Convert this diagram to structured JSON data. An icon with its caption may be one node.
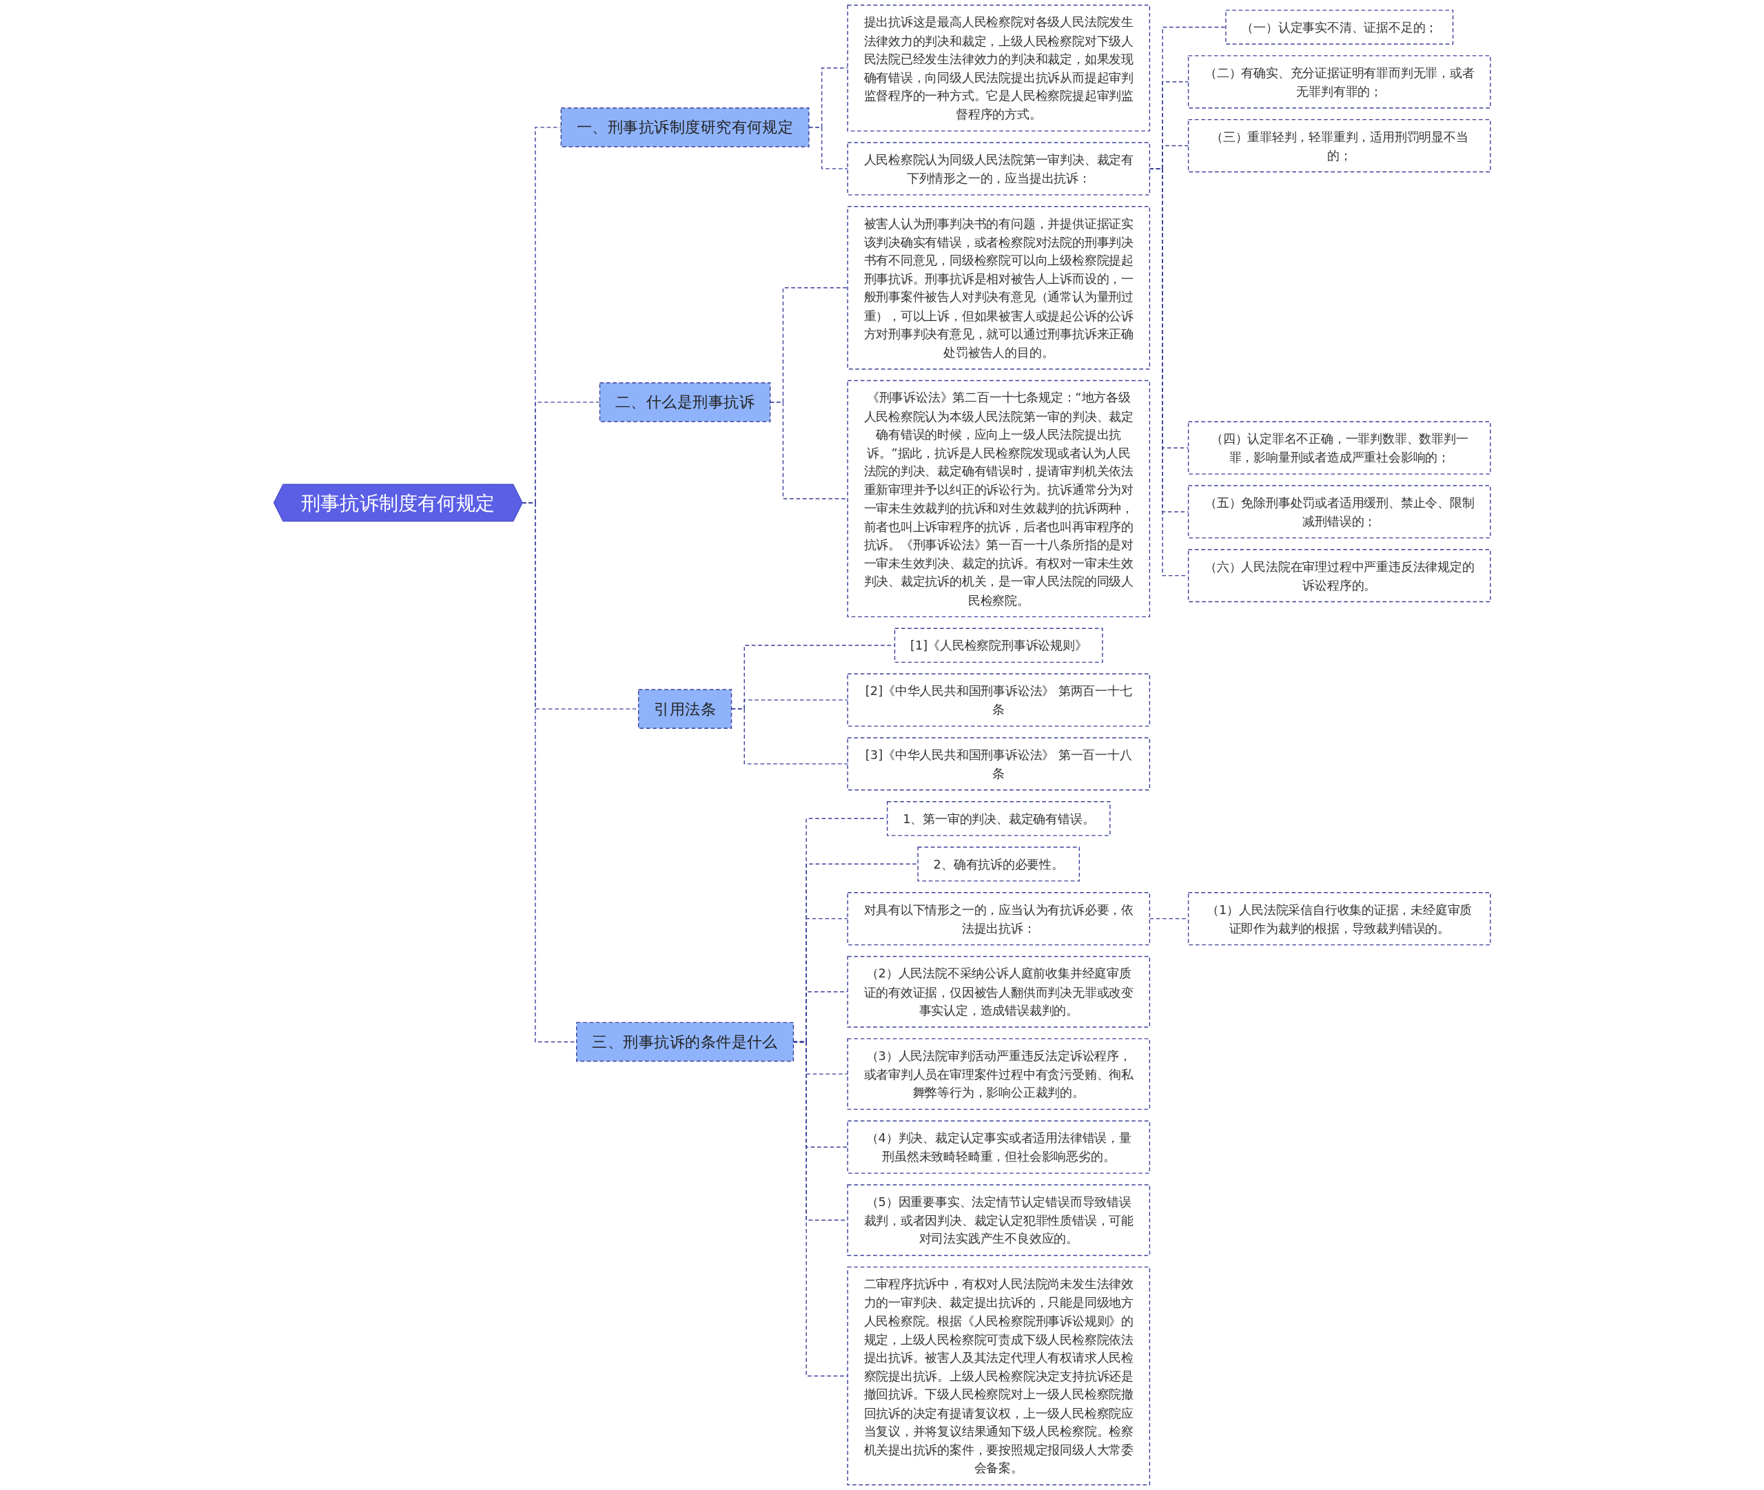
{
  "diagram": {
    "nodes": [
      {
        "text": [
          "刑事抗诉制度有何规定"
        ]
      },
      {
        "text": [
          "一、刑事抗诉制度研究有何规定"
        ]
      },
      {
        "text": [
          "提出抗诉这是最高人民检察院对各级人民法院发生法律效力的判决和裁定，上级人民检察院对下级人民法院已经发生法律效力的判决和裁定，如果发现确有错误，向同级人民法院提出抗诉从而提起审判监督程序的一种方式。它是人民检察院提起审判监督程序的方式。"
        ]
      },
      {
        "text": [
          "人民检察院认为同级人民法院第一审判决、裁定有下列情形之一的，应当提出抗诉："
        ]
      },
      {
        "text": [
          "（一）认定事实不清、证据不足的；"
        ]
      },
      {
        "text": [
          "（二）有确实、充分证据证明有罪而判无罪，或者无罪判有罪的；"
        ]
      },
      {
        "text": [
          "（三）重罪轻判，轻罪重判，适用刑罚明显不当的；"
        ]
      },
      {
        "text": [
          "（四）认定罪名不正确，一罪判数罪、数罪判一罪，影响量刑或者造成严重社会影响的；"
        ]
      },
      {
        "text": [
          "（五）免除刑事处罚或者适用缓刑、禁止令、限制减刑错误的；"
        ]
      },
      {
        "text": [
          "（六）人民法院在审理过程中严重违反法律规定的诉讼程序的。"
        ]
      },
      {
        "text": [
          "二、什么是刑事抗诉"
        ]
      },
      {
        "text": [
          "被害人认为刑事判决书的有问题，并提供证据证实该判决确实有错误，或者检察院对法院的刑事判决书有不同意见，同级检察院可以向上级检察院提起刑事抗诉。刑事抗诉是相对被告人上诉而设的，一般刑事案件被告人对判决有意见（通常认为量刑过重），可以上诉，但如果被害人或提起公诉的公诉方对刑事判决有意见，就可以通过刑事抗诉来正确处罚被告人的目的。"
        ]
      },
      {
        "text": [
          "《刑事诉讼法》第二百一十七条规定：“地方各级人民检察院认为本级人民法院第一审的判决、裁定确有错误的时候，应向上一级人民法院提出抗诉。”据此，抗诉是人民检察院发现或者认为人民法院的判决、裁定确有错误时，提请审判机关依法重新审理并予以纠正的诉讼行为。抗诉通常分为对一审未生效裁判的抗诉和对生效裁判的抗诉两种，前者也叫上诉审程序的抗诉，后者也叫再审程序的抗诉。《刑事诉讼法》第一百一十八条所指的是对一审未生效判决、裁定的抗诉。有权对一审未生效判决、裁定抗诉的机关，是一审人民法院的同级人民检察院。"
        ]
      },
      {
        "text": [
          "引用法条"
        ]
      },
      {
        "text": [
          "[1]《人民检察院刑事诉讼规则》"
        ]
      },
      {
        "text": [
          "[2]《中华人民共和国刑事诉讼法》 第两百一十七条"
        ]
      },
      {
        "text": [
          "[3]《中华人民共和国刑事诉讼法》 第一百一十八条"
        ]
      },
      {
        "text": [
          "三、刑事抗诉的条件是什么"
        ]
      },
      {
        "text": [
          "1、第一审的判决、裁定确有错误。"
        ]
      },
      {
        "text": [
          "2、确有抗诉的必要性。"
        ]
      },
      {
        "text": [
          "对具有以下情形之一的，应当认为有抗诉必要，依法提出抗诉："
        ]
      },
      {
        "text": [
          "（1）人民法院采信自行收集的证据，未经庭审质证即作为裁判的根据，导致裁判错误的。"
        ]
      },
      {
        "text": [
          "（2）人民法院不采纳公诉人庭前收集并经庭审质证的有效证据，仅因被告人翻供而判决无罪或改变事实认定，造成错误裁判的。"
        ]
      },
      {
        "text": [
          "（3）人民法院审判活动严重违反法定诉讼程序，或者审判人员在审理案件过程中有贪污受贿、徇私舞弊等行为，影响公正裁判的。"
        ]
      },
      {
        "text": [
          "（4）判决、裁定认定事实或者适用法律错误，量刑虽然未致畸轻畸重，但社会影响恶劣的。"
        ]
      },
      {
        "text": [
          "（5）因重要事实、法定情节认定错误而导致错误裁判，或者因判决、裁定认定犯罪性质错误，可能对司法实践产生不良效应的。"
        ]
      },
      {
        "text": [
          "二审程序抗诉中，有权对人民法院尚未发生法律效力的一审判决、裁定提出抗诉的，只能是同级地方人民检察院。根据《人民检察院刑事诉讼规则》的规定，上级人民检察院可责成下级人民检察院依法提出抗诉。被害人及其法定代理人有权请求人民检察院提出抗诉。上级人民检察院决定支持抗诉还是撤回抗诉。下级人民检察院对上一级人民检察院撤回抗诉的决定有提请复议权，上一级人民检察院应当复议，并将复议结果通知下级人民检察院。检察机关提出抗诉的案件，要按照规定报同级人大常委会备案。"
        ]
      }
    ],
    "edges": [
      {
        "from": 0,
        "to": 1,
        "arrow": "none",
        "style": "dashed"
      },
      {
        "from": 1,
        "to": 2,
        "arrow": "none",
        "style": "dashed"
      },
      {
        "from": 1,
        "to": 3,
        "arrow": "none",
        "style": "dashed"
      },
      {
        "from": 3,
        "to": 4,
        "arrow": "none",
        "style": "dashed"
      },
      {
        "from": 3,
        "to": 5,
        "arrow": "none",
        "style": "dashed"
      },
      {
        "from": 3,
        "to": 6,
        "arrow": "none",
        "style": "dashed"
      },
      {
        "from": 3,
        "to": 7,
        "arrow": "none",
        "style": "dashed"
      },
      {
        "from": 3,
        "to": 8,
        "arrow": "none",
        "style": "dashed"
      },
      {
        "from": 3,
        "to": 9,
        "arrow": "none",
        "style": "dashed"
      },
      {
        "from": 0,
        "to": 10,
        "arrow": "none",
        "style": "dashed"
      },
      {
        "from": 10,
        "to": 11,
        "arrow": "none",
        "style": "dashed"
      },
      {
        "from": 10,
        "to": 12,
        "arrow": "none",
        "style": "dashed"
      },
      {
        "from": 0,
        "to": 13,
        "arrow": "none",
        "style": "dashed"
      },
      {
        "from": 13,
        "to": 14,
        "arrow": "none",
        "style": "dashed"
      },
      {
        "from": 13,
        "to": 15,
        "arrow": "none",
        "style": "dashed"
      },
      {
        "from": 13,
        "to": 16,
        "arrow": "none",
        "style": "dashed"
      },
      {
        "from": 0,
        "to": 17,
        "arrow": "none",
        "style": "dashed"
      },
      {
        "from": 17,
        "to": 18,
        "arrow": "none",
        "style": "dashed"
      },
      {
        "from": 17,
        "to": 19,
        "arrow": "none",
        "style": "dashed"
      },
      {
        "from": 17,
        "to": 20,
        "arrow": "none",
        "style": "dashed"
      },
      {
        "from": 20,
        "to": 21,
        "arrow": "none",
        "style": "dashed"
      },
      {
        "from": 17,
        "to": 22,
        "arrow": "none",
        "style": "dashed"
      },
      {
        "from": 17,
        "to": 23,
        "arrow": "none",
        "style": "dashed"
      },
      {
        "from": 17,
        "to": 24,
        "arrow": "none",
        "style": "dashed"
      },
      {
        "from": 17,
        "to": 25,
        "arrow": "none",
        "style": "dashed"
      },
      {
        "from": 17,
        "to": 26,
        "arrow": "none",
        "style": "dashed"
      }
    ]
  }
}
